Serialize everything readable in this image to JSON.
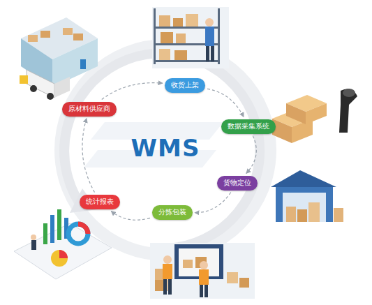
{
  "diagram": {
    "nodes": [
      {
        "text": [
          "WMS"
        ]
      },
      {
        "text": [
          "收货上架"
        ]
      },
      {
        "text": [
          "数据采集系统"
        ]
      },
      {
        "text": [
          "货物定位"
        ]
      },
      {
        "text": [
          "分拣包装"
        ]
      },
      {
        "text": [
          "统计报表"
        ]
      },
      {
        "text": [
          "原材料供应商"
        ]
      }
    ],
    "edges": [
      {
        "from": 6,
        "to": 1,
        "arrow": "to"
      },
      {
        "from": 1,
        "to": 2,
        "arrow": "to"
      },
      {
        "from": 2,
        "to": 3,
        "arrow": "to"
      },
      {
        "from": 3,
        "to": 4,
        "arrow": "to"
      },
      {
        "from": 4,
        "to": 5,
        "arrow": "to"
      },
      {
        "from": 5,
        "to": 6,
        "arrow": "to"
      }
    ]
  }
}
